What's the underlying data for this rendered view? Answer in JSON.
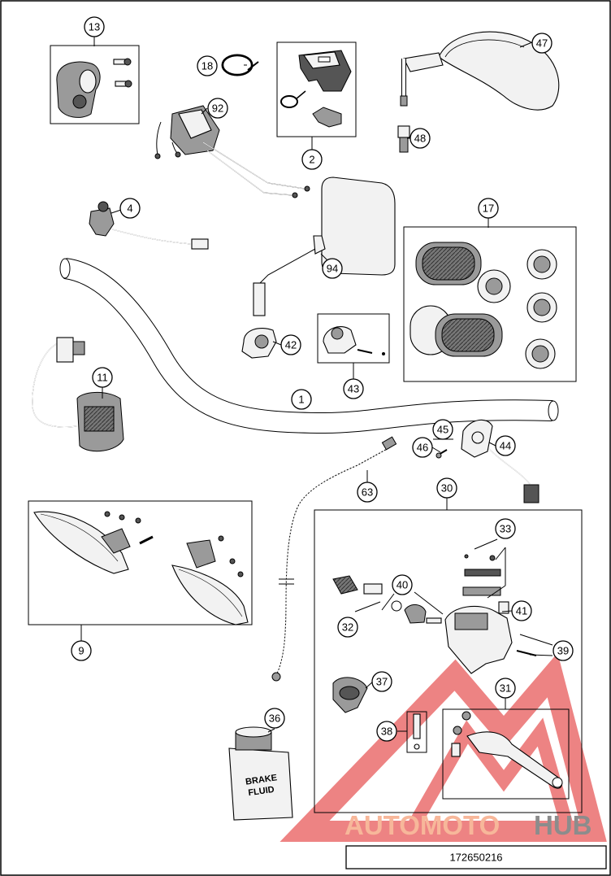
{
  "diagram": {
    "drawing_number": "172650216",
    "watermark": {
      "text_left": "AUTOMOTO",
      "text_right": "HUB",
      "color_left": "#f7b79a",
      "color_right": "#8c8c8c",
      "triangle_color": "#e85a5a"
    },
    "brake_fluid_label": [
      "BRAKE",
      "FLUID"
    ],
    "callouts": [
      {
        "id": "c1",
        "label": "1"
      },
      {
        "id": "c2",
        "label": "2"
      },
      {
        "id": "c4",
        "label": "4"
      },
      {
        "id": "c9",
        "label": "9"
      },
      {
        "id": "c11",
        "label": "11"
      },
      {
        "id": "c13",
        "label": "13"
      },
      {
        "id": "c17",
        "label": "17"
      },
      {
        "id": "c18",
        "label": "18"
      },
      {
        "id": "c30",
        "label": "30"
      },
      {
        "id": "c31",
        "label": "31"
      },
      {
        "id": "c32",
        "label": "32"
      },
      {
        "id": "c33",
        "label": "33"
      },
      {
        "id": "c36",
        "label": "36"
      },
      {
        "id": "c37",
        "label": "37"
      },
      {
        "id": "c38",
        "label": "38"
      },
      {
        "id": "c39",
        "label": "39"
      },
      {
        "id": "c40",
        "label": "40"
      },
      {
        "id": "c41",
        "label": "41"
      },
      {
        "id": "c42",
        "label": "42"
      },
      {
        "id": "c43",
        "label": "43"
      },
      {
        "id": "c44",
        "label": "44"
      },
      {
        "id": "c45",
        "label": "45"
      },
      {
        "id": "c46",
        "label": "46"
      },
      {
        "id": "c47",
        "label": "47"
      },
      {
        "id": "c48",
        "label": "48"
      },
      {
        "id": "c63",
        "label": "63"
      },
      {
        "id": "c92",
        "label": "92"
      },
      {
        "id": "c94",
        "label": "94"
      }
    ]
  }
}
